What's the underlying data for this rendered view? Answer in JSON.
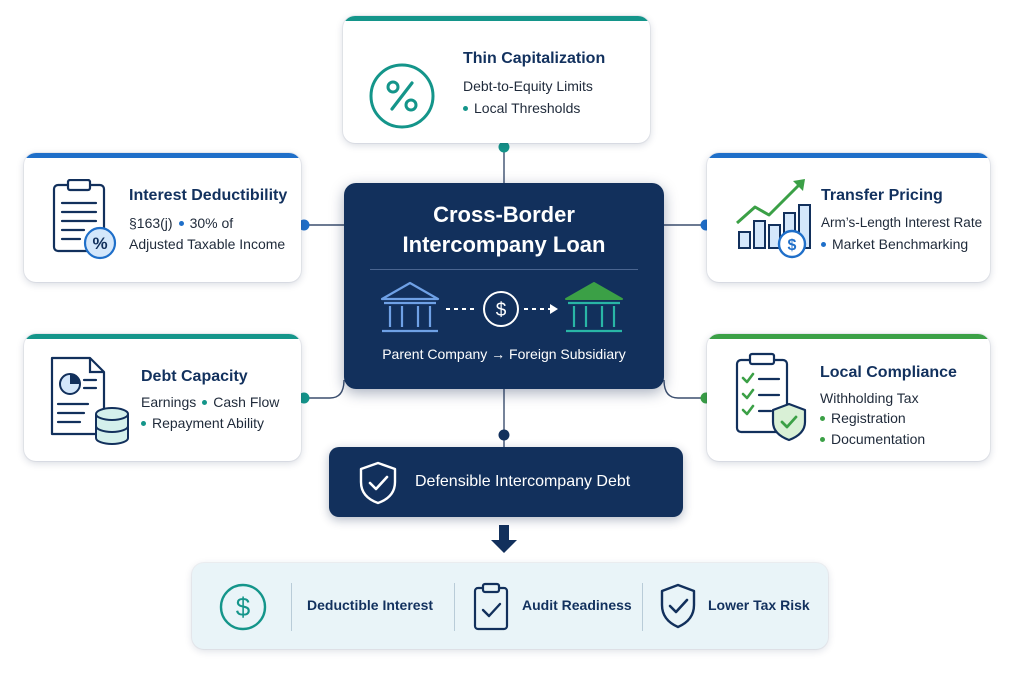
{
  "center": {
    "title_line1": "Cross-Border",
    "title_line2": "Intercompany Loan",
    "flow_label": "Parent Company → Foreign Subsidiary"
  },
  "cards": {
    "thin_cap": {
      "title": "Thin Capitalization",
      "line1": "Debt-to-Equity Limits",
      "line2": "Local Thresholds"
    },
    "interest": {
      "title": "Interest Deductibility",
      "line1a": "§163(j)",
      "line1b": "30% of",
      "line2": "Adjusted Taxable Income"
    },
    "transfer": {
      "title": "Transfer Pricing",
      "line1": "Arm’s-Length Interest Rate",
      "line2": "Market Benchmarking"
    },
    "debt_capacity": {
      "title": "Debt Capacity",
      "line1a": "Earnings",
      "line1b": "Cash Flow",
      "line2": "Repayment Ability"
    },
    "local_compliance": {
      "title": "Local Compliance",
      "line1": "Withholding Tax",
      "line2": "Registration",
      "line3": "Documentation"
    }
  },
  "outcome": {
    "label": "Defensible Intercompany Debt"
  },
  "results": [
    {
      "label": "Deductible Interest",
      "icon": "dollar-circle-icon"
    },
    {
      "label": "Audit Readiness",
      "icon": "clipboard-check-icon"
    },
    {
      "label": "Lower Tax Risk",
      "icon": "shield-check-icon"
    }
  ],
  "colors": {
    "navy": "#12305c",
    "teal": "#14958a",
    "blue": "#1f6fc9",
    "green": "#3ba046"
  }
}
